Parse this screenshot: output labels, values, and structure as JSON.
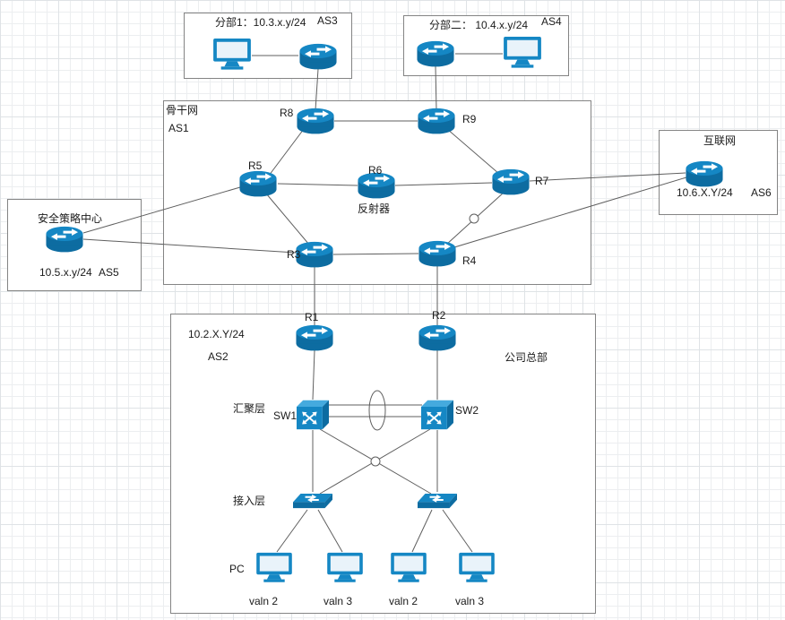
{
  "colors": {
    "device_mid": "#1587c4",
    "device_dark": "#0d6ca1",
    "device_light": "#45aade",
    "screen": "#e9f3fa",
    "line": "#5f5f5f",
    "box_border": "#848484",
    "grid_minor": "#eceef0",
    "grid_major": "#dfe3e6"
  },
  "icons": [
    "router-icon",
    "l3-switch-icon",
    "l2-switch-icon",
    "pc-monitor-icon"
  ],
  "boxes": {
    "branch1": {
      "title": "分部1：10.3.x.y/24",
      "as_label": "AS3"
    },
    "branch2": {
      "title": "分部二： 10.4.x.y/24",
      "as_label": "AS4"
    },
    "backbone": {
      "title": "骨干网",
      "as_label": "AS1"
    },
    "internet": {
      "title": "互联网",
      "subnet": "10.6.X.Y/24",
      "as_label": "AS6"
    },
    "security": {
      "title": "安全策略中心",
      "subnet": "10.5.x.y/24",
      "as_label": "AS5"
    },
    "hq": {
      "title": "公司总部",
      "subnet": "10.2.X.Y/24",
      "as_label": "AS2"
    }
  },
  "routers": {
    "r1": "R1",
    "r2": "R2",
    "r3": "R3",
    "r4": "R4",
    "r5": "R5",
    "r6": "R6",
    "r7": "R7",
    "r8": "R8",
    "r9": "R9"
  },
  "annotations": {
    "reflector": "反射器",
    "aggregation_layer": "汇聚层",
    "access_layer": "接入层",
    "pc_label": "PC",
    "sw1": "SW1",
    "sw2": "SW2"
  },
  "vlan_labels": [
    "valn 2",
    "valn 3",
    "valn 2",
    "valn 3"
  ]
}
